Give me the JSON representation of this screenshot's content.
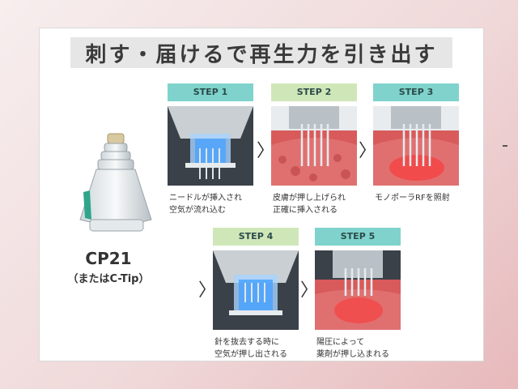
{
  "title": "刺す・届けるで再生力を引き出す",
  "device": {
    "name": "CP21",
    "alt": "（またはC-Tip）"
  },
  "steps": [
    {
      "label": "STEP 1",
      "lines": [
        "ニードルが挿入され",
        "空気が流れ込む"
      ],
      "head_color": "#7fd3cc"
    },
    {
      "label": "STEP 2",
      "lines": [
        "皮膚が押し上げられ",
        "正確に挿入される"
      ],
      "head_color": "#cfe7b8"
    },
    {
      "label": "STEP 3",
      "lines": [
        "モノポーラRFを照射"
      ],
      "head_color": "#7fd3cc"
    },
    {
      "label": "STEP 4",
      "lines": [
        "針を抜去する時に",
        "空気が押し出される"
      ],
      "head_color": "#cfe7b8"
    },
    {
      "label": "STEP 5",
      "lines": [
        "陽圧によって",
        "薬剤が押し込まれる"
      ],
      "head_color": "#7fd3cc"
    }
  ],
  "arrow_glyph": "〉",
  "colors": {
    "teal": "#7fd3cc",
    "green": "#cfe7b8",
    "skin": "#d95a5a",
    "glow_blue": "#4aa3ff",
    "glow_red": "#ff2e2e"
  },
  "icons": {
    "device": "microneedle-tip-icon",
    "arrow": "chevron-right-icon"
  }
}
